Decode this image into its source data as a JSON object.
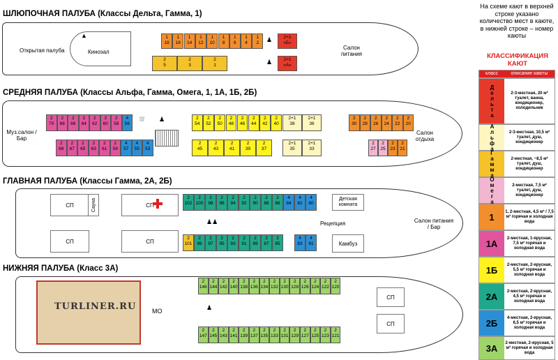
{
  "decks": {
    "boat": {
      "title": "ШЛЮПОЧНАЯ ПАЛУБА (Классы Дельта, Гамма, 1)",
      "rooms": {
        "open_deck": "Открытая палуба",
        "cinema": "Кинозал",
        "restaurant": "Салон питания"
      },
      "top_row": [
        "18",
        "16",
        "14",
        "12",
        "10",
        "8",
        "6",
        "4",
        "2"
      ],
      "top_caps": [
        "1",
        "1",
        "1",
        "1",
        "1",
        "1",
        "1",
        "1",
        "1"
      ],
      "top_lux": {
        "cap": "2+1",
        "num": "«Б»"
      },
      "bottom_row": [
        "5",
        "3",
        "1"
      ],
      "bottom_caps": [
        "2",
        "2",
        "2"
      ],
      "bottom_lux": {
        "cap": "2+1",
        "num": "«А»"
      }
    },
    "middle": {
      "title": "СРЕДНЯЯ ПАЛУБА (Классы Альфа, Гамма, Омега, 1, 1А, 1Б, 2Б)",
      "rooms": {
        "music_salon": "Муз.салон / Бар",
        "lounge": "Салон отдыха"
      },
      "top_row": [
        "70",
        "68",
        "66",
        "64",
        "62",
        "60",
        "58",
        "56",
        "54",
        "52",
        "50",
        "48",
        "46",
        "44",
        "42",
        "40",
        "38",
        "36",
        "30",
        "28",
        "26",
        "24",
        "22",
        "20"
      ],
      "top_caps": [
        "2",
        "2",
        "2",
        "2",
        "2",
        "2",
        "2",
        "4",
        "2",
        "2",
        "2",
        "2",
        "2",
        "2",
        "2",
        "2",
        "2+1",
        "2+1",
        "2",
        "2",
        "2",
        "2",
        "2",
        "2"
      ],
      "bottom_row": [
        "69",
        "67",
        "65",
        "63",
        "61",
        "59",
        "57",
        "55",
        "53",
        "45",
        "43",
        "41",
        "39",
        "37",
        "35",
        "33",
        "27",
        "25",
        "23",
        "21"
      ],
      "bottom_caps": [
        "2",
        "2",
        "2",
        "2",
        "2",
        "2",
        "4",
        "4",
        "4",
        "2",
        "2",
        "2",
        "2",
        "2",
        "2+1",
        "2+1",
        "2",
        "2",
        "2",
        "2"
      ]
    },
    "main": {
      "title": "ГЛАВНАЯ ПАЛУБА (Классы Гамма, 2А, 2Б)",
      "rooms": {
        "sauna": "Сауна",
        "kids": "Детская комната",
        "reception": "Рецепция",
        "galley": "Камбуз",
        "restaurant": "Салон питания / Бар",
        "sp": "СП"
      },
      "top_row": [
        "102",
        "100",
        "98",
        "96",
        "94",
        "92",
        "90",
        "88",
        "86",
        "84",
        "82",
        "80"
      ],
      "top_caps": [
        "2",
        "2",
        "2",
        "2",
        "2",
        "2",
        "2",
        "2",
        "2",
        "4",
        "4",
        "4"
      ],
      "bottom_row": [
        "101",
        "99",
        "97",
        "95",
        "93",
        "91",
        "89",
        "87",
        "85",
        "83",
        "81"
      ],
      "bottom_caps": [
        "2",
        "2",
        "2",
        "2",
        "2",
        "2",
        "2",
        "2",
        "2",
        "4",
        "4"
      ]
    },
    "lower": {
      "title": "НИЖНЯЯ ПАЛУБА (Класс 3А)",
      "rooms": {
        "engine": "МО",
        "sp": "СП"
      },
      "watermark": "TURLINER.RU",
      "top_row": [
        "146",
        "144",
        "142",
        "140",
        "138",
        "136",
        "134",
        "132",
        "130",
        "128",
        "126",
        "124",
        "122",
        "120"
      ],
      "bottom_row": [
        "147",
        "145",
        "143",
        "141",
        "139",
        "137",
        "135",
        "133",
        "131",
        "129",
        "127",
        "125",
        "123",
        "121"
      ],
      "cap": "2"
    }
  },
  "note": "На схеме кают в верхней строке указано количество мест в каюте, в нижней строке – номер каюты",
  "legend": {
    "title": "КЛАССИФИКАЦИЯ КАЮТ",
    "col_class": "класс",
    "col_desc": "описание каюты",
    "rows": [
      {
        "cls": "Дельта",
        "color": "#e53a2a",
        "desc": "2-3-местная, 20 м² туалет, ванна, кондиционер, холодильник"
      },
      {
        "cls": "Альфа",
        "color": "#fdf6c0",
        "desc": "2-3-местная, 10,5 м² туалет, душ, кондиционер"
      },
      {
        "cls": "Гамма",
        "color": "#f5c22a",
        "desc": "2-местная, ~8,5 м² туалет, душ, кондиционер"
      },
      {
        "cls": "Омега",
        "color": "#f2b6d0",
        "desc": "2-местная, 7,5 м² туалет, душ, кондиционер"
      },
      {
        "cls": "1",
        "color": "#f28e2b",
        "desc": "1, 2-местная, 4,5 м² / 7,5 м² горячая и холодная вода"
      },
      {
        "cls": "1А",
        "color": "#e0559c",
        "desc": "2-местная, 1-ярусная, 7,5 м² горячая и холодная вода"
      },
      {
        "cls": "1Б",
        "color": "#fff21f",
        "desc": "2-местная, 2-ярусная, 5,5 м² горячая и холодная вода"
      },
      {
        "cls": "2А",
        "color": "#1fa88a",
        "desc": "2-местная, 2-ярусная, 4,5 м² горячая и холодная вода"
      },
      {
        "cls": "2Б",
        "color": "#2b8fd6",
        "desc": "4-местная, 2-ярусная, 6,5 м² горячая и холодная вода"
      },
      {
        "cls": "3А",
        "color": "#9fd46a",
        "desc": "2-местная, 2-ярусная, 5 м² горячая и холодная вода"
      }
    ]
  }
}
